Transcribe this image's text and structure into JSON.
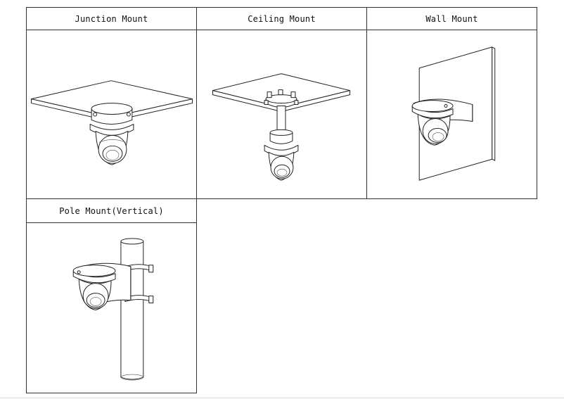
{
  "panels": [
    {
      "title": "Junction Mount"
    },
    {
      "title": "Ceiling Mount"
    },
    {
      "title": "Wall Mount"
    },
    {
      "title": "Pole Mount(Vertical)"
    }
  ],
  "icons": [
    "junction-mount-illustration",
    "ceiling-mount-illustration",
    "wall-mount-illustration",
    "pole-mount-illustration"
  ]
}
